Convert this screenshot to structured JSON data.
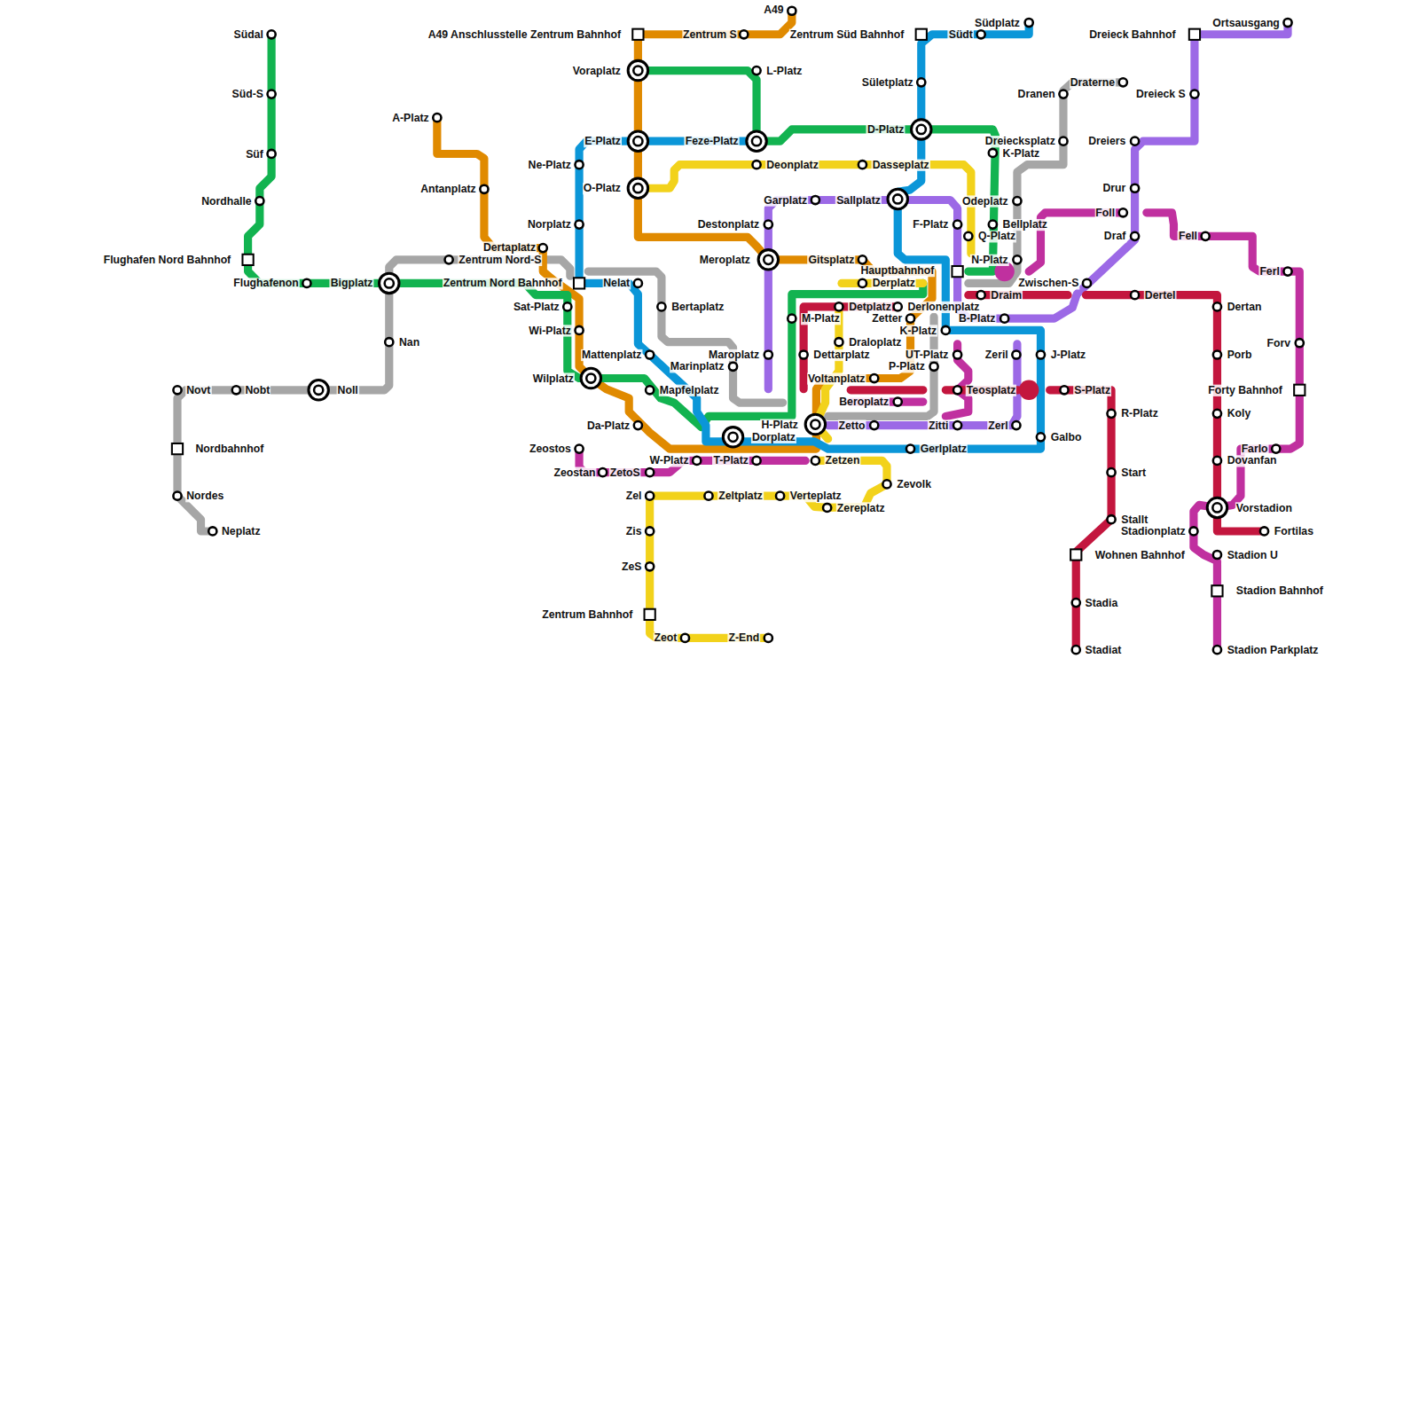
{
  "diagram": {
    "labels": [
      "Südal",
      "Süd-S",
      "Süf",
      "Nordhalle",
      "Flughafen Nord Bahnhof",
      "Flughafenon",
      "Bigplatz",
      "Zentrum Nord Bahnhof",
      "A-Platz",
      "Antanplatz",
      "Dertaplatz",
      "Zentrum Nord-S",
      "Nan",
      "Noll",
      "Novt",
      "Nobt",
      "Nordbahnhof",
      "Nordes",
      "Neplatz",
      "Ne-Platz",
      "Norplatz",
      "Sat-Platz",
      "Wi-Platz",
      "Wilplatz",
      "Da-Platz",
      "Zeostos",
      "Zeostan",
      "ZetoS",
      "A49",
      "Zentrum S",
      "A49 Anschlusstelle Zentrum Bahnhof",
      "Zentrum Süd Bahnhof",
      "Voraplatz",
      "E-Platz",
      "O-Platz",
      "L-Platz",
      "Feze-Platz",
      "Deonplatz",
      "Dasseplatz",
      "Destonplatz",
      "Meroplatz",
      "Gitsplatz",
      "Hauptbahnhof",
      "Derplatz",
      "Garplatz",
      "Sallplatz",
      "F-Platz",
      "Q-Platz",
      "K-Platz",
      "Dreiecksplatz",
      "Bellplatz",
      "Odeplatz",
      "N-Platz",
      "Dranen",
      "Draterne",
      "Südplatz",
      "Südt",
      "Sületplatz",
      "D-Platz",
      "Nelat",
      "Bertaplatz",
      "Mattenplatz",
      "Mapfelplatz",
      "Marinplatz",
      "Maroplatz",
      "M-Platz",
      "Dettarplatz",
      "Detplatz",
      "Derlonenplatz",
      "Zetter",
      "Draloplatz",
      "K-Platz",
      "UT-Platz",
      "P-Platz",
      "Voltanplatz",
      "Beroplatz",
      "Teosplatz",
      "H-Platz",
      "Dorplatz",
      "Zetto",
      "Zitti",
      "Zerl",
      "Zeril",
      "J-Platz",
      "Galbo",
      "Gerlplatz",
      "W-Platz",
      "T-Platz",
      "Zetzen",
      "Zevolk",
      "Zereplatz",
      "Verteplatz",
      "Zeltplatz",
      "Zel",
      "Zis",
      "ZeS",
      "Zentrum Bahnhof",
      "Zeot",
      "Z-End",
      "Draim",
      "B-Platz",
      "Zwischen-S",
      "Dertel",
      "Foll",
      "Draf",
      "Drur",
      "Dreiers",
      "Dreieck S",
      "Dreieck Bahnhof",
      "Ortsausgang",
      "Fell",
      "Ferl",
      "Forv",
      "Forty Bahnhof",
      "Farlo",
      "Dertan",
      "Porb",
      "Koly",
      "Dovanfan",
      "Vorstadion",
      "Stadionplatz",
      "Fortilas",
      "Stadion U",
      "Stadion Bahnhof",
      "Stadion Parkplatz",
      "S-Platz",
      "R-Platz",
      "Start",
      "Stallt",
      "Wohnen Bahnhof",
      "Stadia",
      "Stadiat"
    ]
  }
}
